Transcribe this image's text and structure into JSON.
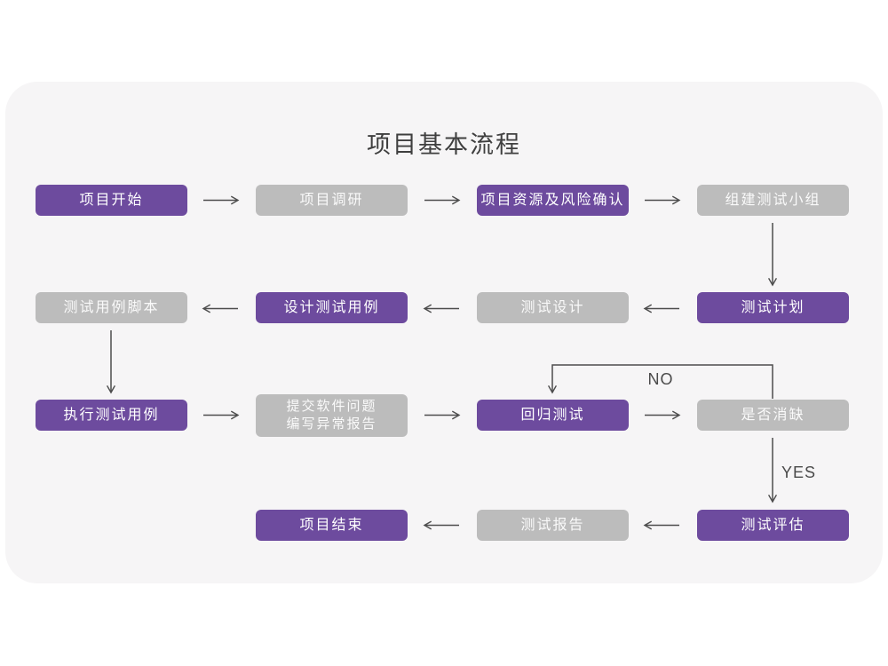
{
  "title": "项目基本流程",
  "flow_labels": {
    "no": "NO",
    "yes": "YES"
  },
  "colors": {
    "page_bg": "#ffffff",
    "card_bg": "#f6f5f6",
    "purple": "#6d4b9e",
    "gray": "#bcbcbc",
    "box_text": "#ffffff",
    "gray_box_text": "rgba(255,255,255,0.92)",
    "arrow": "#4d4d4d",
    "title_text": "#3f3f3f",
    "label_text": "#4a4a4a"
  },
  "nodes": [
    {
      "id": "project-start",
      "text": "项目开始",
      "variant": "purple"
    },
    {
      "id": "project-research",
      "text": "项目调研",
      "variant": "gray"
    },
    {
      "id": "resource-risk-confirm",
      "text": "项目资源及风险确认",
      "variant": "purple"
    },
    {
      "id": "build-test-team",
      "text": "组建测试小组",
      "variant": "gray"
    },
    {
      "id": "test-case-script",
      "text": "测试用例脚本",
      "variant": "gray"
    },
    {
      "id": "design-test-case",
      "text": "设计测试用例",
      "variant": "purple"
    },
    {
      "id": "test-design",
      "text": "测试设计",
      "variant": "gray"
    },
    {
      "id": "test-plan",
      "text": "测试计划",
      "variant": "purple"
    },
    {
      "id": "execute-test-case",
      "text": "执行测试用例",
      "variant": "purple"
    },
    {
      "id": "submit-issue-report",
      "text_line1": "提交软件问题",
      "text_line2": "编写异常报告",
      "variant": "gray"
    },
    {
      "id": "regression-test",
      "text": "回归测试",
      "variant": "purple"
    },
    {
      "id": "defect-cleared",
      "text": "是否消缺",
      "variant": "gray"
    },
    {
      "id": "project-end",
      "text": "项目结束",
      "variant": "purple"
    },
    {
      "id": "test-report",
      "text": "测试报告",
      "variant": "gray"
    },
    {
      "id": "test-evaluation",
      "text": "测试评估",
      "variant": "purple"
    }
  ],
  "edges": [
    {
      "from": "project-start",
      "to": "project-research"
    },
    {
      "from": "project-research",
      "to": "resource-risk-confirm"
    },
    {
      "from": "resource-risk-confirm",
      "to": "build-test-team"
    },
    {
      "from": "build-test-team",
      "to": "test-plan"
    },
    {
      "from": "test-plan",
      "to": "test-design"
    },
    {
      "from": "test-design",
      "to": "design-test-case"
    },
    {
      "from": "design-test-case",
      "to": "test-case-script"
    },
    {
      "from": "test-case-script",
      "to": "execute-test-case"
    },
    {
      "from": "execute-test-case",
      "to": "submit-issue-report"
    },
    {
      "from": "submit-issue-report",
      "to": "regression-test"
    },
    {
      "from": "regression-test",
      "to": "defect-cleared"
    },
    {
      "from": "defect-cleared",
      "to": "regression-test",
      "label": "NO"
    },
    {
      "from": "defect-cleared",
      "to": "test-evaluation",
      "label": "YES"
    },
    {
      "from": "test-evaluation",
      "to": "test-report"
    },
    {
      "from": "test-report",
      "to": "project-end"
    }
  ]
}
